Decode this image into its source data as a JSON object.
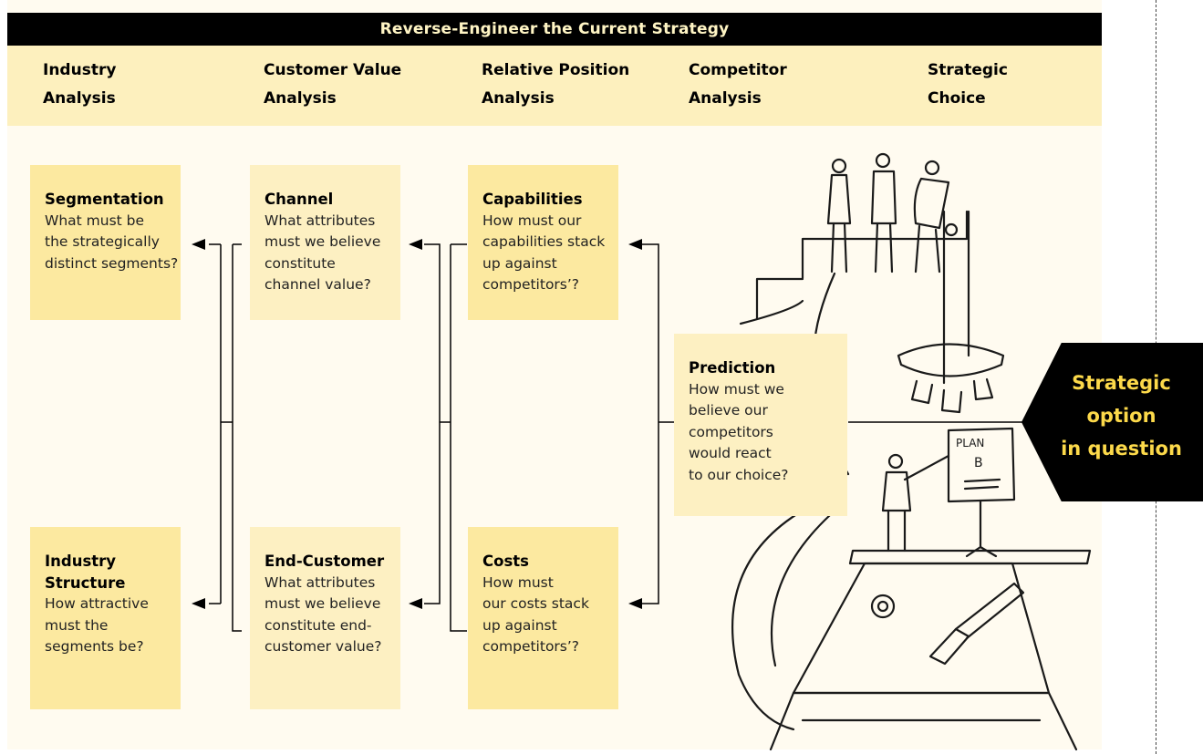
{
  "title": "Reverse-Engineer the Current Strategy",
  "columns": [
    {
      "label": "Industry\nAnalysis"
    },
    {
      "label": "Customer Value\nAnalysis"
    },
    {
      "label": "Relative Position\nAnalysis"
    },
    {
      "label": "Competitor\nAnalysis"
    },
    {
      "label": "Strategic\nChoice"
    }
  ],
  "boxes": {
    "segmentation": {
      "title": "Segmentation",
      "question": "What must be\nthe strategically\ndistinct segments?"
    },
    "channel": {
      "title": "Channel",
      "question": "What attributes\nmust we believe\nconstitute\nchannel value?"
    },
    "capabilities": {
      "title": "Capabilities",
      "question": "How must our\ncapabilities stack\nup against\ncompetitors’?"
    },
    "industry_structure": {
      "title": "Industry\nStructure",
      "question": "How attractive\nmust the\nsegments be?"
    },
    "end_customer": {
      "title": "End-Customer",
      "question": "What attributes\nmust we believe\nconstitute end-\ncustomer value?"
    },
    "costs": {
      "title": "Costs",
      "question": "How must\nour costs stack\nup against\ncompetitors’?"
    },
    "prediction": {
      "title": "Prediction",
      "question": "How must we\nbelieve our\ncompetitors\nwould react\nto our choice?"
    }
  },
  "option_badge": "Strategic\noption\nin question",
  "illustration": {
    "easel_text_1": "PLAN",
    "easel_text_2": "B"
  },
  "colors": {
    "box_dark": "#fce9a0",
    "box_light": "#fdf0c2",
    "header_band": "#fdf0be",
    "badge_text": "#fcd94a",
    "title_bar": "#000000"
  }
}
